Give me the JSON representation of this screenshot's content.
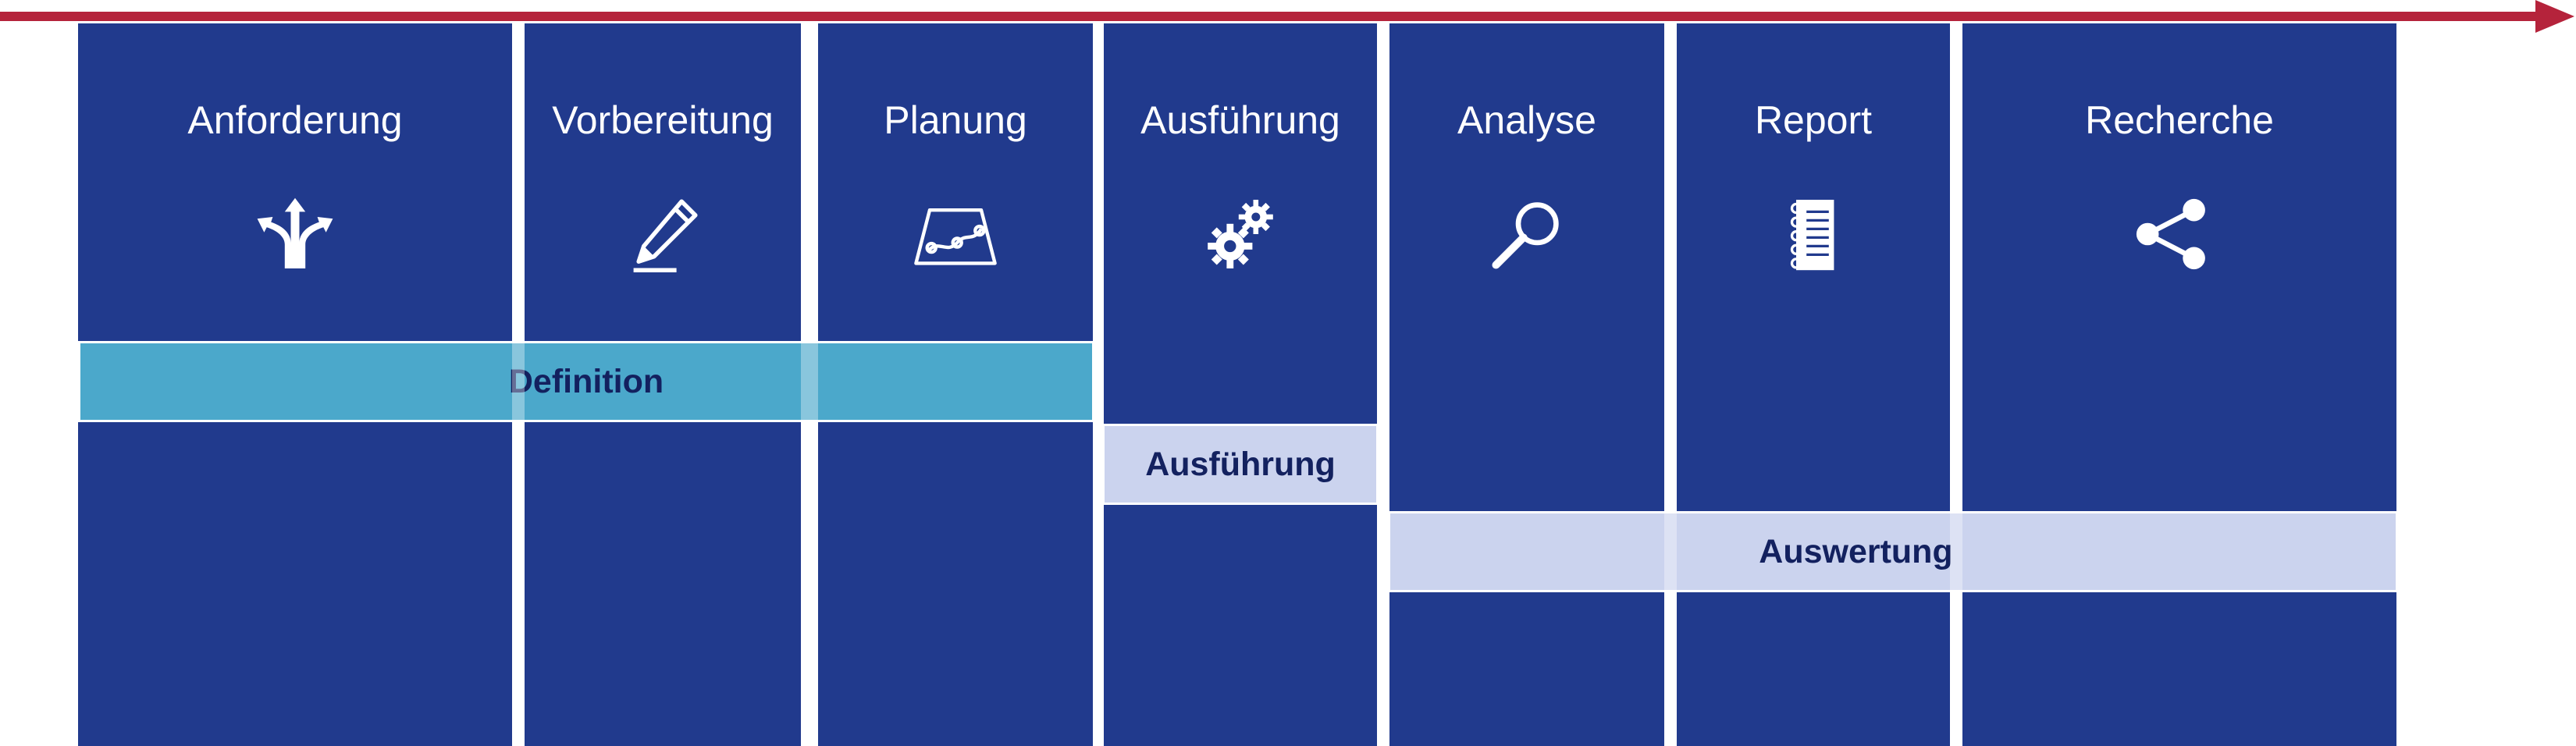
{
  "phases": [
    {
      "label": "Anforderung",
      "icon": "split-arrows-icon"
    },
    {
      "label": "Vorbereitung",
      "icon": "pencil-icon"
    },
    {
      "label": "Planung",
      "icon": "route-map-icon"
    },
    {
      "label": "Ausführung",
      "icon": "gears-icon"
    },
    {
      "label": "Analyse",
      "icon": "magnifier-icon"
    },
    {
      "label": "Report",
      "icon": "notebook-icon"
    },
    {
      "label": "Recherche",
      "icon": "share-icon"
    }
  ],
  "bands": {
    "definition": "Definition",
    "execution": "Ausführung",
    "evaluation": "Auswertung"
  },
  "colors": {
    "arrow": "#b5233b",
    "column": "#213a8d",
    "definition_band": "#4ba8cb",
    "light_band": "#cbd3ee",
    "band_text": "#13215f"
  }
}
